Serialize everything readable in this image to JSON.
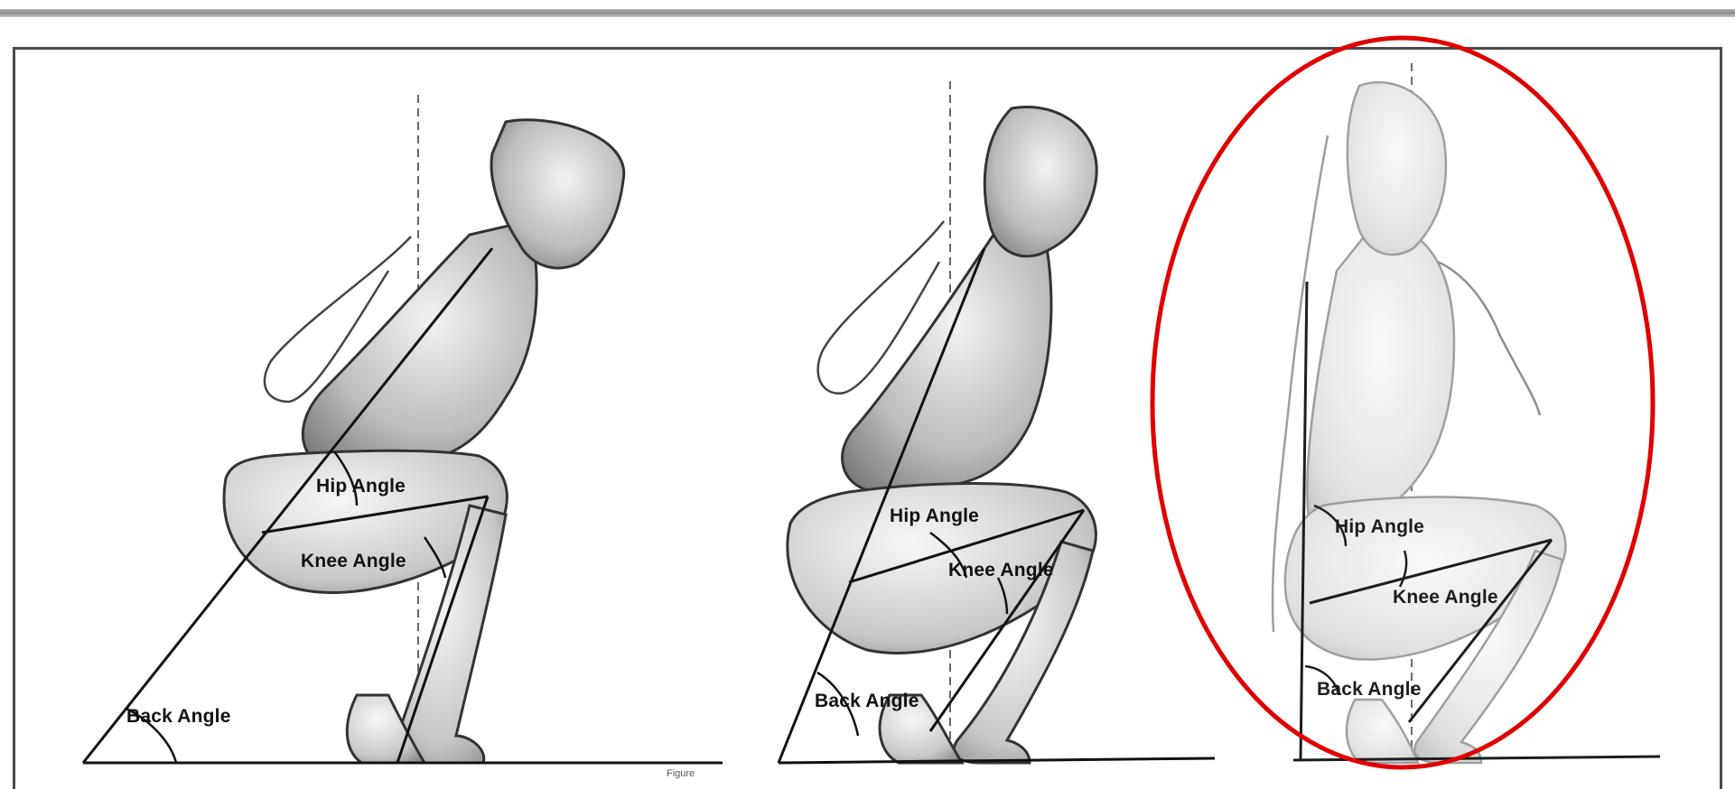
{
  "figures": [
    {
      "name": "squat-figure-1",
      "labels": {
        "hip": "Hip Angle",
        "knee": "Knee Angle",
        "back": "Back Angle"
      },
      "highlighted": false
    },
    {
      "name": "squat-figure-2",
      "labels": {
        "hip": "Hip Angle",
        "knee": "Knee Angle",
        "back": "Back Angle"
      },
      "highlighted": false
    },
    {
      "name": "squat-figure-3",
      "labels": {
        "hip": "Hip Angle",
        "knee": "Knee Angle",
        "back": "Back Angle"
      },
      "highlighted": true
    }
  ],
  "highlight_color": "#e00000",
  "floor_stamp": "Figure"
}
